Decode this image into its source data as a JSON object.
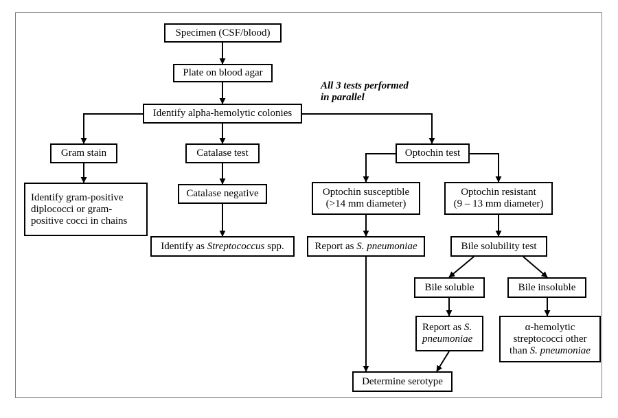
{
  "note": {
    "line1": "All 3 tests performed",
    "line2": "in parallel"
  },
  "nodes": {
    "specimen": "Specimen (CSF/blood)",
    "plate": "Plate on blood agar",
    "identify_alpha": "Identify alpha-hemolytic colonies",
    "gram_stain": "Gram stain",
    "catalase_test": "Catalase test",
    "optochin_test": "Optochin test",
    "gram_result": {
      "line1": "Identify gram-positive",
      "line2": "diplococci or gram-",
      "line3": "positive cocci in chains"
    },
    "catalase_negative": "Catalase negative",
    "identify_strep": {
      "pre": "Identify as ",
      "italic": "Streptococcus",
      "post": " spp."
    },
    "optochin_susceptible": {
      "line1": "Optochin susceptible",
      "line2": "(>14 mm diameter)"
    },
    "optochin_resistant": {
      "line1": "Optochin resistant",
      "line2": "(9 – 13 mm diameter)"
    },
    "report_pneumo": {
      "pre": "Report as ",
      "italic": "S. pneumoniae"
    },
    "bile_test": "Bile solubility test",
    "bile_soluble": "Bile soluble",
    "bile_insoluble": "Bile insoluble",
    "report_pneumo2": {
      "line1_pre": "Report as ",
      "line1_italic": "S.",
      "line2_italic": "pneumoniae"
    },
    "alpha_other": {
      "line1": "α-hemolytic",
      "line2": "streptococci other",
      "line3_pre": "than ",
      "line3_italic": "S. pneumoniae"
    },
    "serotype": "Determine serotype"
  }
}
